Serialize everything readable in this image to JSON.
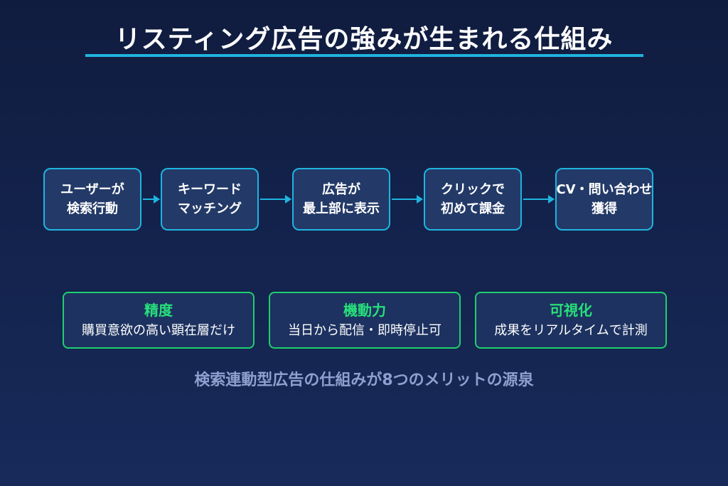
{
  "title": "リスティング広告の強みが生まれる仕組み",
  "steps": [
    {
      "line1": "ユーザーが",
      "line2": "検索行動"
    },
    {
      "line1": "キーワード",
      "line2": "マッチング"
    },
    {
      "line1": "広告が",
      "line2": "最上部に表示"
    },
    {
      "line1": "クリックで",
      "line2": "初めて課金"
    },
    {
      "line1": "CV・問い合わせ",
      "line2": "獲得"
    }
  ],
  "merits": [
    {
      "title": "精度",
      "desc": "購買意欲の高い顕在層だけ"
    },
    {
      "title": "機動力",
      "desc": "当日から配信・即時停止可"
    },
    {
      "title": "可視化",
      "desc": "成果をリアルタイムで計測"
    }
  ],
  "caption": "検索連動型広告の仕組みが8つのメリットの源泉",
  "colors": {
    "background_top": "#101c3f",
    "background_bottom": "#172a5a",
    "accent_blue": "#1fb4e0",
    "accent_green": "#27e07a",
    "caption": "#8e9fd0"
  }
}
